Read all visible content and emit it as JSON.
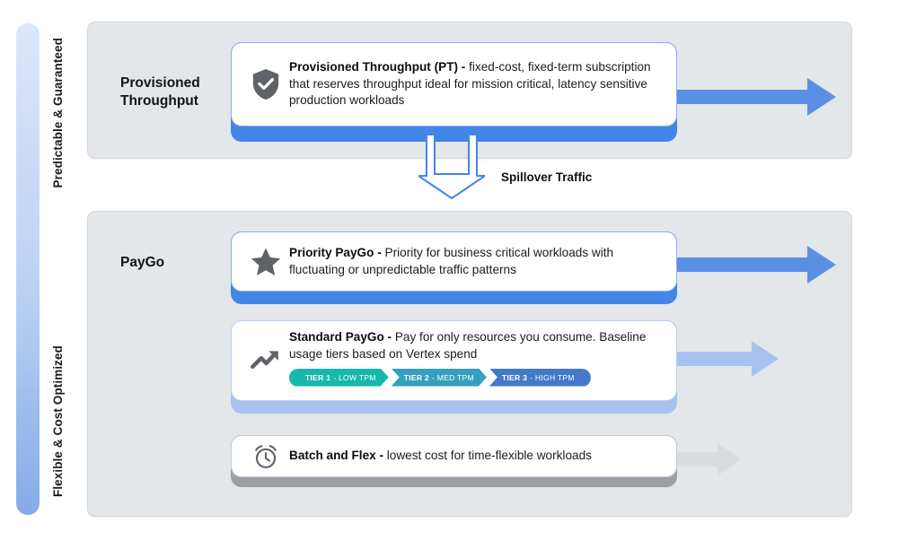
{
  "axis": {
    "top_label": "Predictable & Guaranteed",
    "bottom_label": "Flexible & Cost Optimized",
    "gradient_top": "#dbe6fa",
    "gradient_bottom": "#84ace9"
  },
  "panels": [
    {
      "id": "provisioned-throughput",
      "title": "Provisioned Throughput"
    },
    {
      "id": "paygo",
      "title": "PayGo"
    }
  ],
  "cards": {
    "provisioned_throughput": {
      "icon": "shield-check-icon",
      "title": "Provisioned Throughput (PT) -",
      "description": " fixed-cost, fixed-term subscription that reserves throughput ideal for mission critical, latency sensitive production workloads",
      "base_color": "#4286e8"
    },
    "priority_paygo": {
      "icon": "star-icon",
      "title": "Priority PayGo -",
      "description": " Priority for business critical workloads with fluctuating or unpredictable traffic patterns",
      "base_color": "#4286e8"
    },
    "standard_paygo": {
      "icon": "trending-up-icon",
      "title": "Standard PayGo -",
      "description": " Pay for only resources you consume. Baseline usage tiers based on Vertex spend",
      "base_color": "#a7c2ef",
      "tiers": [
        {
          "name": "TIER 1",
          "detail": "- LOW TPM",
          "color": "#17b8ab"
        },
        {
          "name": "TIER 2",
          "detail": "- MED TPM",
          "color": "#34a0bd"
        },
        {
          "name": "TIER 3",
          "detail": "- HIGH TPM",
          "color": "#4479c9"
        }
      ]
    },
    "batch_and_flex": {
      "icon": "alarm-clock-icon",
      "title": "Batch and Flex -",
      "description": " lowest cost for time-flexible workloads",
      "base_color": "#9aa0a6"
    }
  },
  "spillover": {
    "label": "Spillover Traffic",
    "arrow_color": "#4286e8"
  },
  "flow_arrows": [
    {
      "for": "provisioned-throughput",
      "color": "#5b8fe4",
      "length": "long"
    },
    {
      "for": "priority-paygo",
      "color": "#5b8fe4",
      "length": "long"
    },
    {
      "for": "standard-paygo",
      "color": "#a8c3f0",
      "length": "medium"
    },
    {
      "for": "batch-and-flex",
      "color": "#d9dbde",
      "length": "short"
    }
  ]
}
